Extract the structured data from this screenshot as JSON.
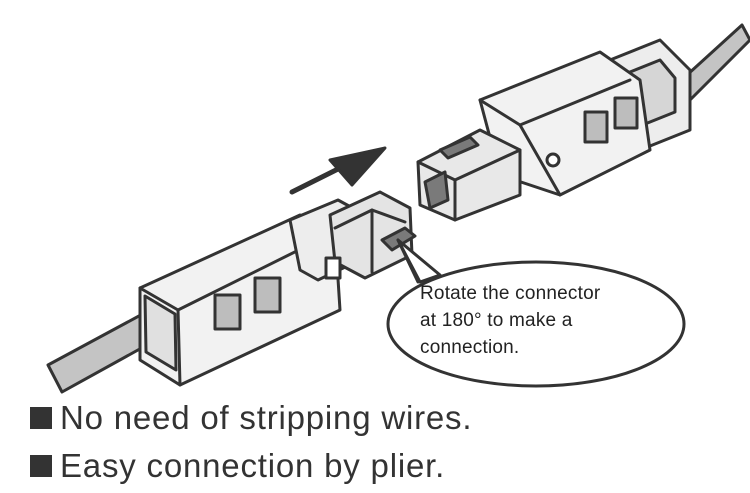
{
  "callout": {
    "lines": [
      "Rotate the connector",
      "at 180° to make a",
      "connection."
    ]
  },
  "features": [
    "No need of stripping wires.",
    "Easy connection by plier."
  ],
  "colors": {
    "outline": "#333333",
    "body_fill": "#f2f2f2",
    "shade": "#bdbdbd",
    "dark_shade": "#7a7a7a",
    "cable": "#c4c4c4"
  }
}
